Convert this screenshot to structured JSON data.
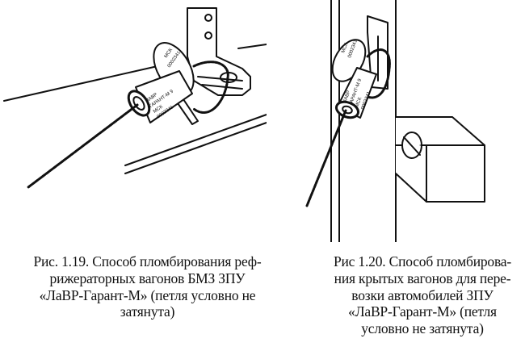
{
  "figures": [
    {
      "seal_labels": {
        "disc": [
          "МСК",
          "0002341"
        ],
        "body": [
          "ЛАВР",
          "ГАРАНТ-М 9",
          "МСК",
          "0002341"
        ]
      },
      "caption_lines": [
        "Рис. 1.19. Способ пломбирования реф-",
        "рижераторных  вагонов БМЗ ЗПУ",
        "«ЛаВР-Гарант-М» (петля условно не",
        "затянута)"
      ]
    },
    {
      "seal_labels": {
        "disc": [
          "МСК",
          "0002341"
        ],
        "body": [
          "ЛАВР",
          "ГАРАНТ-М 9",
          "МСК",
          "0002341"
        ]
      },
      "caption_lines": [
        "Рис 1.20. Способ пломбирова-",
        "ния крытых вагонов для пере-",
        "возки автомобилей ЗПУ",
        "«ЛаВР-Гарант-М» (петля",
        "условно не затянута)"
      ]
    }
  ]
}
